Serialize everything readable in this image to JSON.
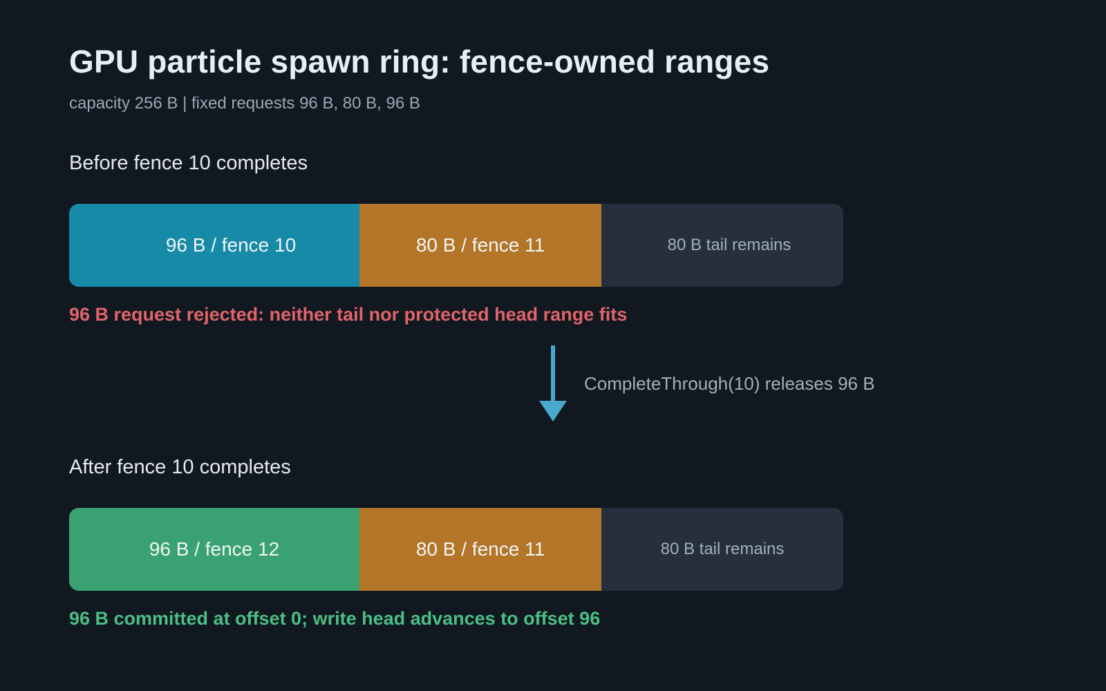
{
  "header": {
    "title": "GPU particle spawn ring: fence-owned ranges",
    "subtitle": "capacity 256 B | fixed requests 96 B, 80 B, 96 B"
  },
  "before": {
    "heading": "Before fence 10 completes",
    "segments": [
      {
        "bytes": 96,
        "label": "96 B / fence 10",
        "color": "#168aa6",
        "kind": "allocated"
      },
      {
        "bytes": 80,
        "label": "80 B / fence 11",
        "color": "#b37628",
        "kind": "allocated"
      },
      {
        "bytes": 80,
        "label": "80 B tail remains",
        "color": "#25303c",
        "kind": "free"
      }
    ],
    "status": "96 B request rejected: neither tail nor protected head range fits",
    "status_color": "#e0646a"
  },
  "transition": {
    "label": "CompleteThrough(10) releases 96 B",
    "arrow_color": "#4aa8cf"
  },
  "after": {
    "heading": "After fence 10 completes",
    "segments": [
      {
        "bytes": 96,
        "label": "96 B / fence 12",
        "color": "#3aa272",
        "kind": "allocated"
      },
      {
        "bytes": 80,
        "label": "80 B / fence 11",
        "color": "#b37628",
        "kind": "allocated"
      },
      {
        "bytes": 80,
        "label": "80 B tail remains",
        "color": "#25303c",
        "kind": "free"
      }
    ],
    "status": "96 B committed at offset 0; write head advances to offset 96",
    "status_color": "#4bbf85"
  },
  "capacity_bytes": 256
}
